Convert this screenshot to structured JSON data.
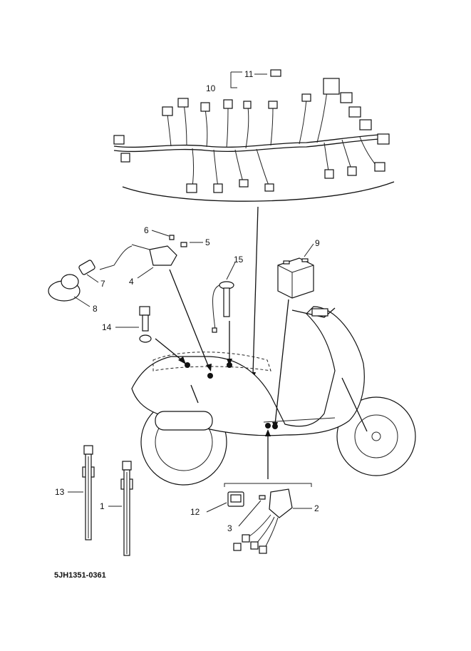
{
  "diagram": {
    "drawing_code": "5JH1351-0361",
    "callouts": [
      {
        "id": "c1",
        "label": "1"
      },
      {
        "id": "c2",
        "label": "2"
      },
      {
        "id": "c3",
        "label": "3"
      },
      {
        "id": "c4",
        "label": "4"
      },
      {
        "id": "c5",
        "label": "5"
      },
      {
        "id": "c6",
        "label": "6"
      },
      {
        "id": "c7",
        "label": "7"
      },
      {
        "id": "c8",
        "label": "8"
      },
      {
        "id": "c9",
        "label": "9"
      },
      {
        "id": "c10",
        "label": "10"
      },
      {
        "id": "c11",
        "label": "11"
      },
      {
        "id": "c12",
        "label": "12"
      },
      {
        "id": "c13",
        "label": "13"
      },
      {
        "id": "c14",
        "label": "14"
      },
      {
        "id": "c15",
        "label": "15"
      }
    ]
  }
}
